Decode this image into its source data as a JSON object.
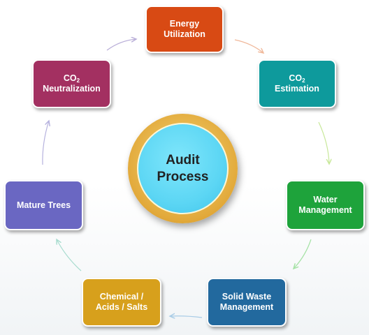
{
  "center": {
    "line1": "Audit",
    "line2": "Process"
  },
  "nodes": [
    {
      "id": "energy",
      "line1": "Energy",
      "line2": "Utilization",
      "color": "#d84a14"
    },
    {
      "id": "co2-estimation",
      "line1": "CO",
      "line1_sub": "2",
      "line2": "Estimation",
      "color": "#0e9a9c"
    },
    {
      "id": "water",
      "line1": "Water",
      "line2": "Management",
      "color": "#1ea33b"
    },
    {
      "id": "solid-waste",
      "line1": "Solid Waste",
      "line2": "Management",
      "color": "#22699e"
    },
    {
      "id": "chemical",
      "line1": "Chemical /",
      "line2": "Acids / Salts",
      "color": "#d7a01c"
    },
    {
      "id": "mature-trees",
      "line1": "Mature Trees",
      "color": "#6a67c2"
    },
    {
      "id": "co2-neutralization",
      "line1": "CO",
      "line1_sub": "2",
      "line2": "Neutralization",
      "color": "#a33061"
    }
  ],
  "arrow_colors": [
    "#f0b89a",
    "#c8e89a",
    "#a4e2a4",
    "#a8cce6",
    "#a8dccf",
    "#b6b2de",
    "#b9aed8"
  ]
}
